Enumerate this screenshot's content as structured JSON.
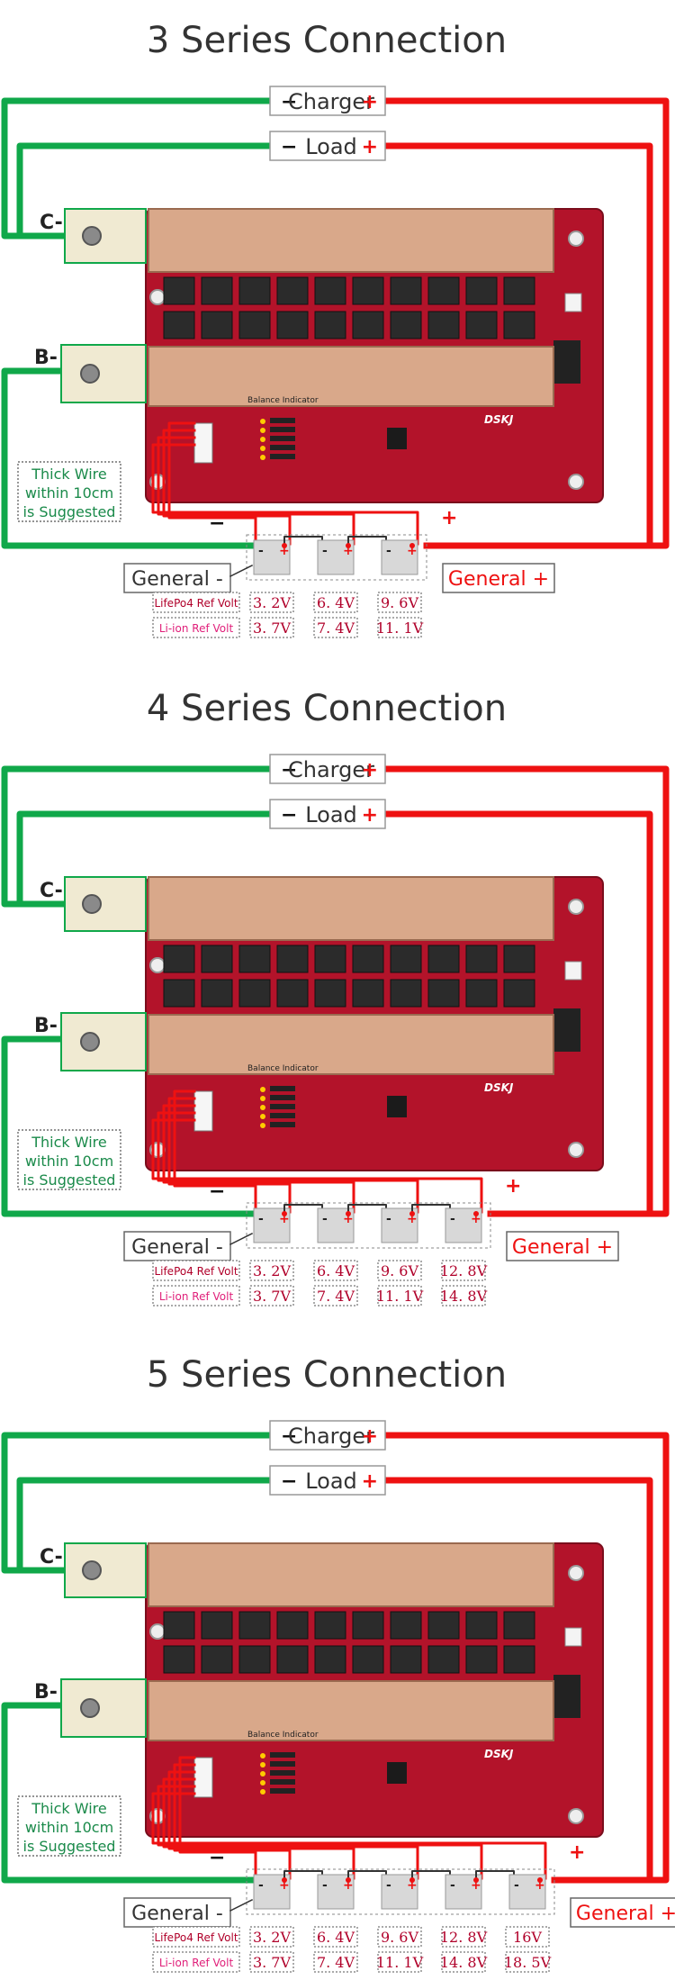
{
  "colors": {
    "green": "#10a84a",
    "red": "#ee1111",
    "pcb": "#b3132a",
    "copper": "#d9a88a",
    "note_green": "#1a8a4a",
    "volt_red": "#b0002a",
    "ref_pink": "#e0207a"
  },
  "labels": {
    "charger": "Charger",
    "load": "Load",
    "minus": "−",
    "plus": "+",
    "c_pad": "C-",
    "b_pad": "B-",
    "note_lines": [
      "Thick Wire",
      "within 10cm",
      "is Suggested"
    ],
    "general_minus": "General -",
    "general_plus": "General +",
    "lifepo4_label": "LifePo4 Ref Volt",
    "liion_label": "Li-ion Ref Volt",
    "balance_indicator": "Balance Indicator",
    "brand": "DSKJ",
    "cell_minus": "-",
    "cell_plus": "+"
  },
  "panels": [
    {
      "title": "3 Series Connection",
      "cells": 3,
      "lifepo4": [
        "3. 2V",
        "6. 4V",
        "9. 6V"
      ],
      "liion": [
        "3. 7V",
        "7. 4V",
        "11. 1V"
      ]
    },
    {
      "title": "4 Series Connection",
      "cells": 4,
      "lifepo4": [
        "3. 2V",
        "6. 4V",
        "9. 6V",
        "12. 8V"
      ],
      "liion": [
        "3. 7V",
        "7. 4V",
        "11. 1V",
        "14. 8V"
      ]
    },
    {
      "title": "5 Series Connection",
      "cells": 5,
      "lifepo4": [
        "3. 2V",
        "6. 4V",
        "9. 6V",
        "12. 8V",
        "16V"
      ],
      "liion": [
        "3. 7V",
        "7. 4V",
        "11. 1V",
        "14. 8V",
        "18. 5V"
      ]
    }
  ]
}
